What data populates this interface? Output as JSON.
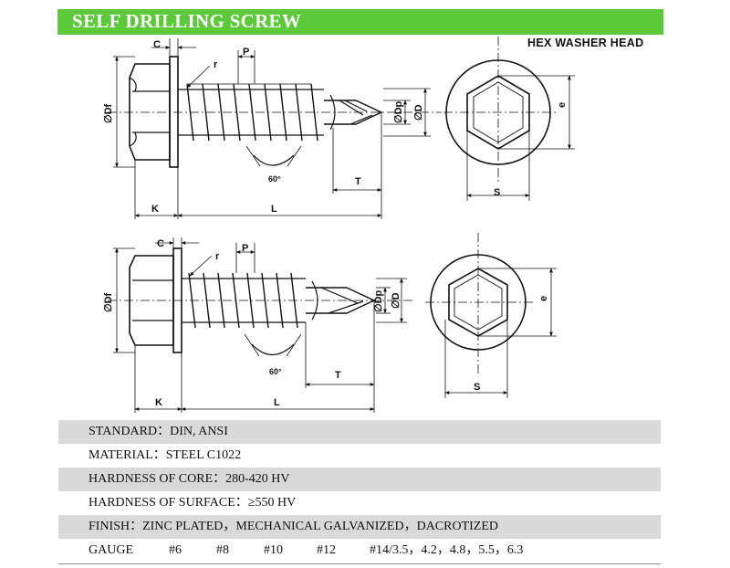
{
  "header": {
    "title": "SELF DRILLING SCREW"
  },
  "figure": {
    "head_label": "HEX WASHER HEAD",
    "labels": {
      "c": "C",
      "r": "r",
      "p": "P",
      "df": "∅Df",
      "dp": "∅Dp",
      "d": "∅D",
      "angle": "60°",
      "t": "T",
      "k": "K",
      "l": "L",
      "e": "e",
      "s": "S"
    }
  },
  "specs": {
    "standard": "STANDARD：DIN, ANSI",
    "material": "MATERIAL：STEEL  C1022",
    "hardness_core": "HARDNESS OF CORE：280-420 HV",
    "hardness_surface": "HARDNESS OF SURFACE：≥550 HV",
    "finish": "FINISH：ZINC PLATED，MECHANICAL GALVANIZED，DACROTIZED",
    "gauge_label": "GAUGE",
    "gauges": [
      "#6",
      "#8",
      "#10",
      "#12",
      "#14/3.5，4.2，4.8，5.5，6.3"
    ]
  }
}
